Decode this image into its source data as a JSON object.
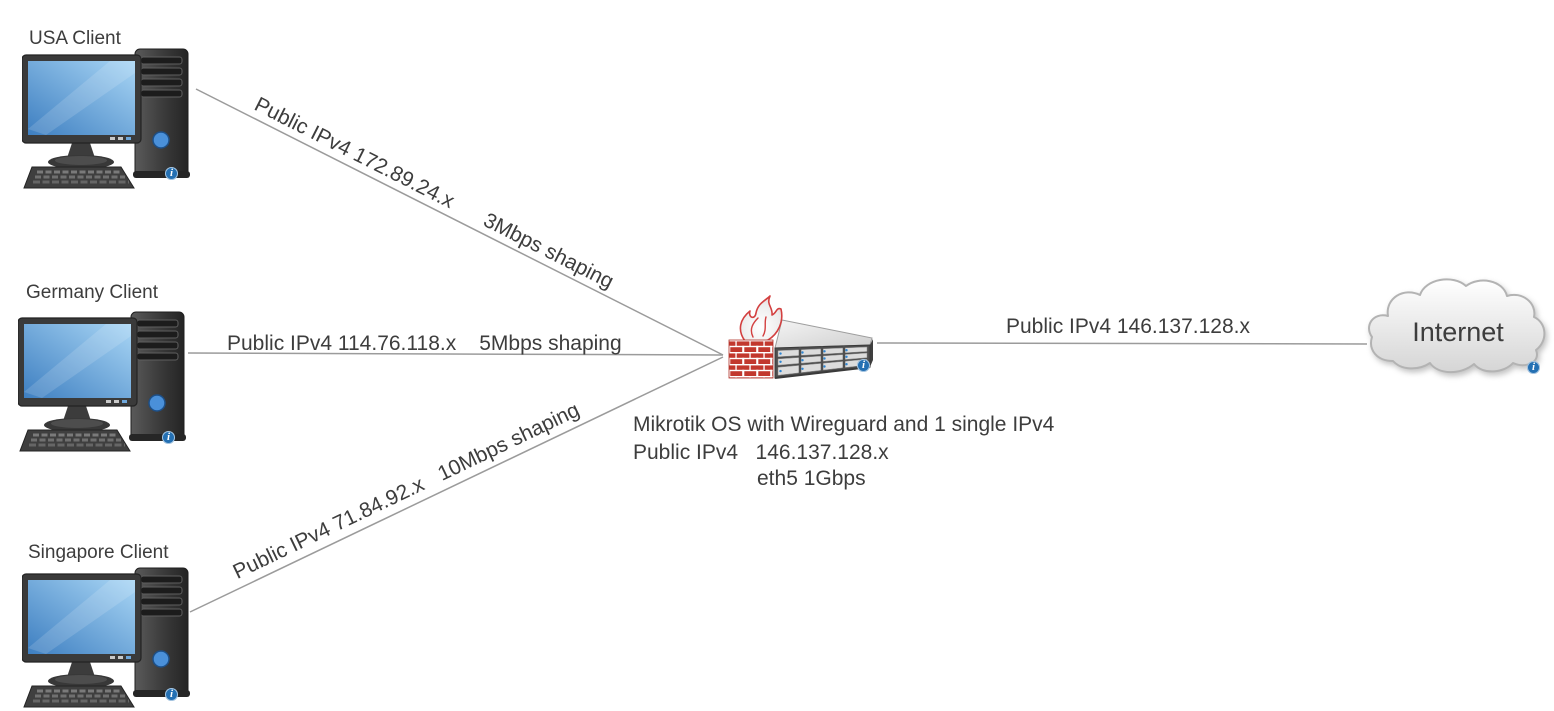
{
  "colors": {
    "text": "#3d3d3d",
    "connector_line": "#9b9b9b",
    "info_badge_blue": "#2470b3",
    "brick_red": "#c2382e",
    "screen_blue": "#4788cd",
    "cloud_gray": "#d8d8d8"
  },
  "nodes": {
    "usa_client": {
      "label": "USA Client",
      "icon": "desktop-computer-icon"
    },
    "germany_client": {
      "label": "Germany Client",
      "icon": "desktop-computer-icon"
    },
    "singapore_client": {
      "label": "Singapore Client",
      "icon": "desktop-computer-icon"
    },
    "firewall_server": {
      "icon": "firewall-rack-server-icon",
      "captions": [
        "Mikrotik OS with Wireguard and 1 single IPv4",
        "Public IPv4   146.137.128.x",
        "eth5 1Gbps"
      ]
    },
    "internet": {
      "label": "Internet",
      "icon": "cloud-icon"
    }
  },
  "links": {
    "usa_to_firewall": {
      "labels": [
        "Public IPv4 172.89.24.x",
        "3Mbps shaping"
      ]
    },
    "germany_to_firewall": {
      "labels": [
        "Public IPv4 114.76.118.x",
        "5Mbps shaping"
      ]
    },
    "singapore_to_firewall": {
      "labels": [
        "Public IPv4 71.84.92.x",
        "10Mbps shaping"
      ]
    },
    "firewall_to_internet": {
      "labels": [
        "Public IPv4 146.137.128.x"
      ]
    }
  },
  "badges": {
    "info": "i"
  }
}
